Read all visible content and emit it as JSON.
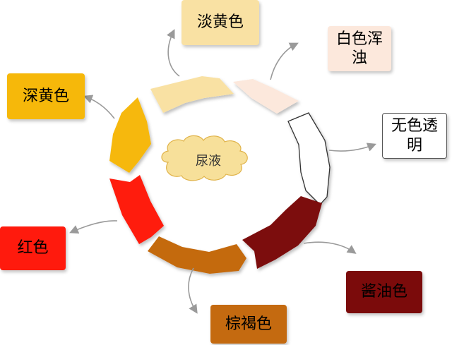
{
  "center": {
    "label": "尿液"
  },
  "stages": [
    {
      "label": "淡黄色",
      "color": "#f9e1a3"
    },
    {
      "label": "白色浑\n浊",
      "color": "#fce8dc"
    },
    {
      "label": "无色透\n明",
      "color": "#ffffff"
    },
    {
      "label": "酱油色",
      "color": "#7b0b0b"
    },
    {
      "label": "棕褐色",
      "color": "#c46a10"
    },
    {
      "label": "红色",
      "color": "#ff1a0d"
    },
    {
      "label": "深黄色",
      "color": "#f6b80a"
    }
  ],
  "colors": {
    "arrow": "#9a9a9a",
    "cloud": "#f7e09a"
  }
}
